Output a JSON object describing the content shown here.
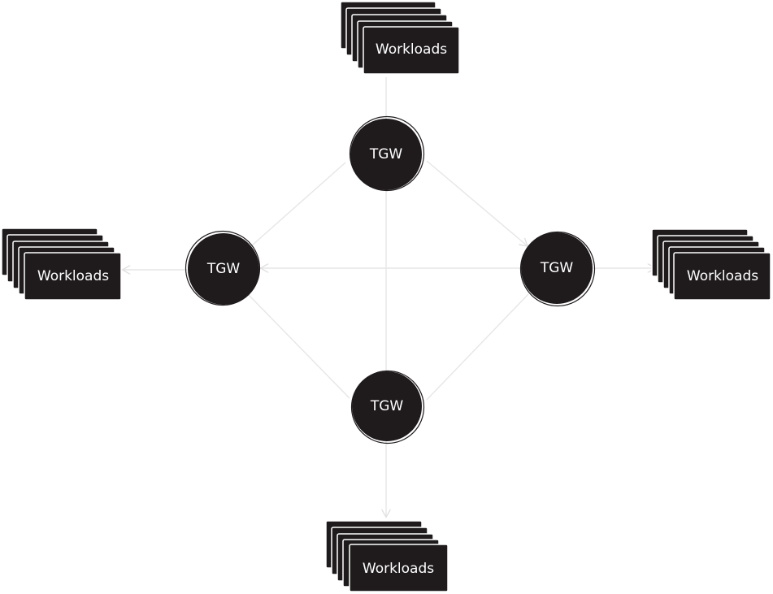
{
  "diagram": {
    "colors": {
      "node_fill": "#1f1b1c",
      "text": "#ffffff",
      "edge": "#e6e6e6",
      "background": "#ffffff"
    },
    "nodes": {
      "top": "TGW",
      "left": "TGW",
      "right": "TGW",
      "bottom": "TGW"
    },
    "workloads": {
      "top": "Workloads",
      "left": "Workloads",
      "right": "Workloads",
      "bottom": "Workloads"
    }
  }
}
